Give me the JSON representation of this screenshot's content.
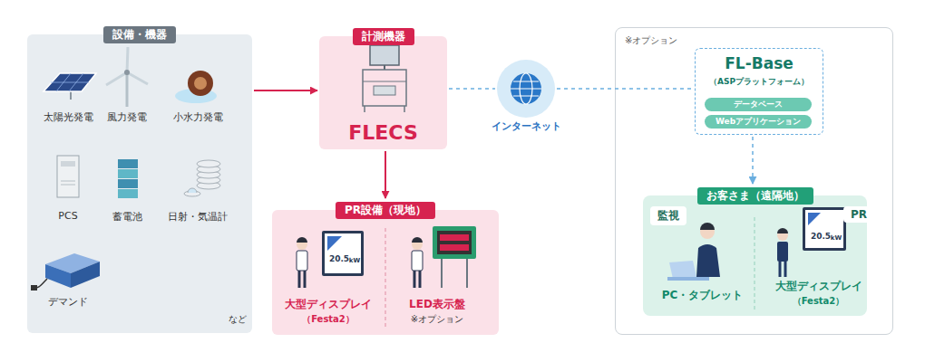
{
  "diagram": {
    "nodes": [
      {
        "text": [
          "設備・機器"
        ]
      },
      {
        "text": [
          "計測機器",
          "FLECS"
        ]
      },
      {
        "text": [
          "PR設備（現地）"
        ]
      },
      {
        "text": [
          "インターネット"
        ]
      },
      {
        "text": [
          "※オプション"
        ]
      },
      {
        "text": [
          "FL-Base",
          "（ASPプラットフォーム）"
        ],
        "in": 4
      },
      {
        "text": [
          "データベース"
        ],
        "in": 5
      },
      {
        "text": [
          "Webアプリケーション"
        ],
        "in": 5
      },
      {
        "text": [
          "お客さま（遠隔地）"
        ],
        "in": 4
      },
      {
        "text": [
          "監視",
          "PC・タブレット"
        ],
        "in": 8
      },
      {
        "text": [
          "PR",
          "大型ディスプレイ",
          "（Festa2）"
        ],
        "in": 8
      }
    ],
    "edges": [
      {
        "from": 0,
        "to": 1,
        "arrow": "to"
      },
      {
        "from": 1,
        "to": 2,
        "arrow": "to"
      },
      {
        "from": 1,
        "to": 3,
        "arrow": "none"
      },
      {
        "from": 3,
        "to": 5,
        "arrow": "none"
      },
      {
        "from": 5,
        "to": 8,
        "arrow": "to"
      }
    ],
    "labels": [
      "太陽光発電",
      "風力発電",
      "小水力発電",
      "PCS",
      "蓄電池",
      "日射・気温計",
      "デマンド",
      "など",
      "20.5",
      "kW",
      "大型ディスプレイ",
      "（Festa2）",
      "LED表示盤",
      "※オプション",
      "20.5",
      "kW"
    ]
  }
}
